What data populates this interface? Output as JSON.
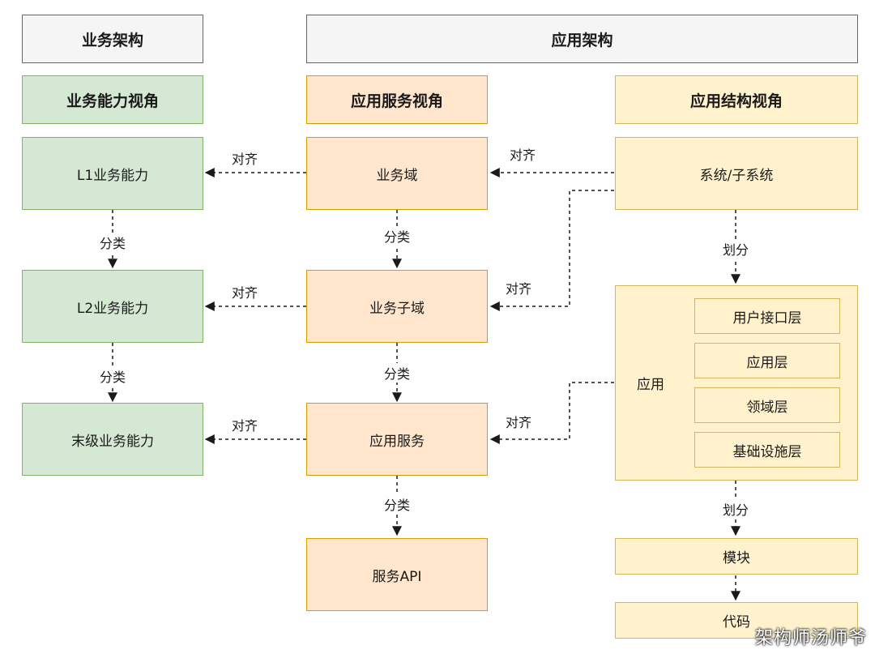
{
  "headers": {
    "business_arch": "业务架构",
    "app_arch": "应用架构"
  },
  "perspectives": {
    "capability": "业务能力视角",
    "service": "应用服务视角",
    "structure": "应用结构视角"
  },
  "capability_column": {
    "l1": "L1业务能力",
    "l2": "L2业务能力",
    "leaf": "末级业务能力"
  },
  "service_column": {
    "domain": "业务域",
    "subdomain": "业务子域",
    "app_service": "应用服务",
    "service_api": "服务API"
  },
  "structure_column": {
    "system": "系统/子系统",
    "app": "应用",
    "layers": [
      "用户接口层",
      "应用层",
      "领域层",
      "基础设施层"
    ],
    "module": "模块",
    "code": "代码"
  },
  "edge_labels": {
    "align": "对齐",
    "classify": "分类",
    "divide": "划分"
  },
  "watermark": "架构师汤师爷"
}
